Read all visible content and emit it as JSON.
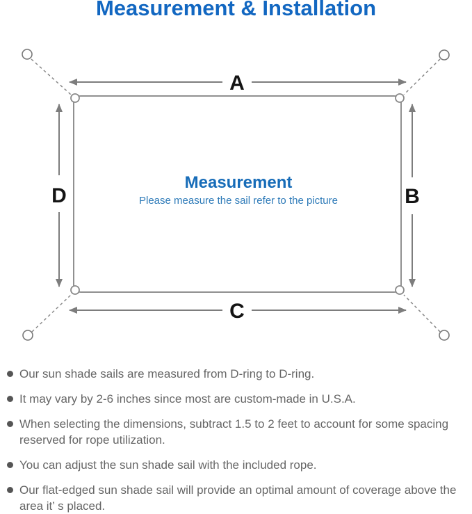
{
  "page": {
    "title": "Measurement & Installation"
  },
  "diagram": {
    "top_label": "A",
    "right_label": "B",
    "bottom_label": "C",
    "left_label": "D",
    "center_title": "Measurement",
    "center_subtitle": "Please measure the sail refer to the picture"
  },
  "colors": {
    "title_blue": "#1267c1",
    "center_title_blue": "#176cb8",
    "subtitle_blue": "#2d7ab8",
    "diagram_line_gray": "#7d7d7d",
    "sail_border_gray": "#909090",
    "note_text_gray": "#666666",
    "bullet_dot_gray": "#555555"
  },
  "notes": [
    "Our sun shade sails are measured from D-ring to D-ring.",
    "It may vary by 2-6 inches since most are custom-made in U.S.A.",
    "When selecting the dimensions, subtract 1.5 to 2 feet to account for some spacing reserved for rope utilization.",
    "You can adjust the sun shade sail with the included rope.",
    "Our flat-edged sun shade sail will provide an optimal amount of coverage above the area it’ s placed."
  ]
}
